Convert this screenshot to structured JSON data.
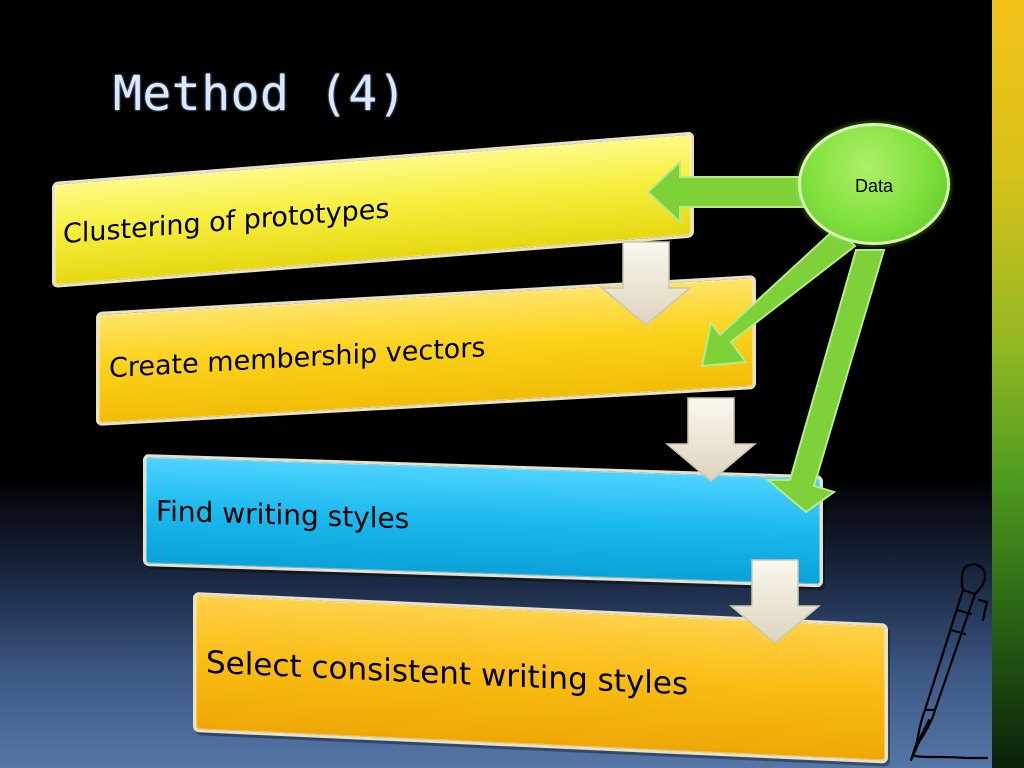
{
  "slide": {
    "title": "Method (4)"
  },
  "steps": [
    {
      "label": "Clustering of prototypes"
    },
    {
      "label": "Create membership vectors"
    },
    {
      "label": "Find writing styles"
    },
    {
      "label": "Select consistent writing styles"
    }
  ],
  "data_node": {
    "label": "Data"
  },
  "colors": {
    "step1": "#f7ef3f",
    "step2": "#fcd31c",
    "step3": "#1bb9ee",
    "step4": "#f9bc12",
    "data_node": "#7fe03b",
    "data_arrows": "#7fd13a",
    "flow_arrows": "#efe9d8"
  },
  "icons": {
    "decoration": "pen-icon"
  }
}
